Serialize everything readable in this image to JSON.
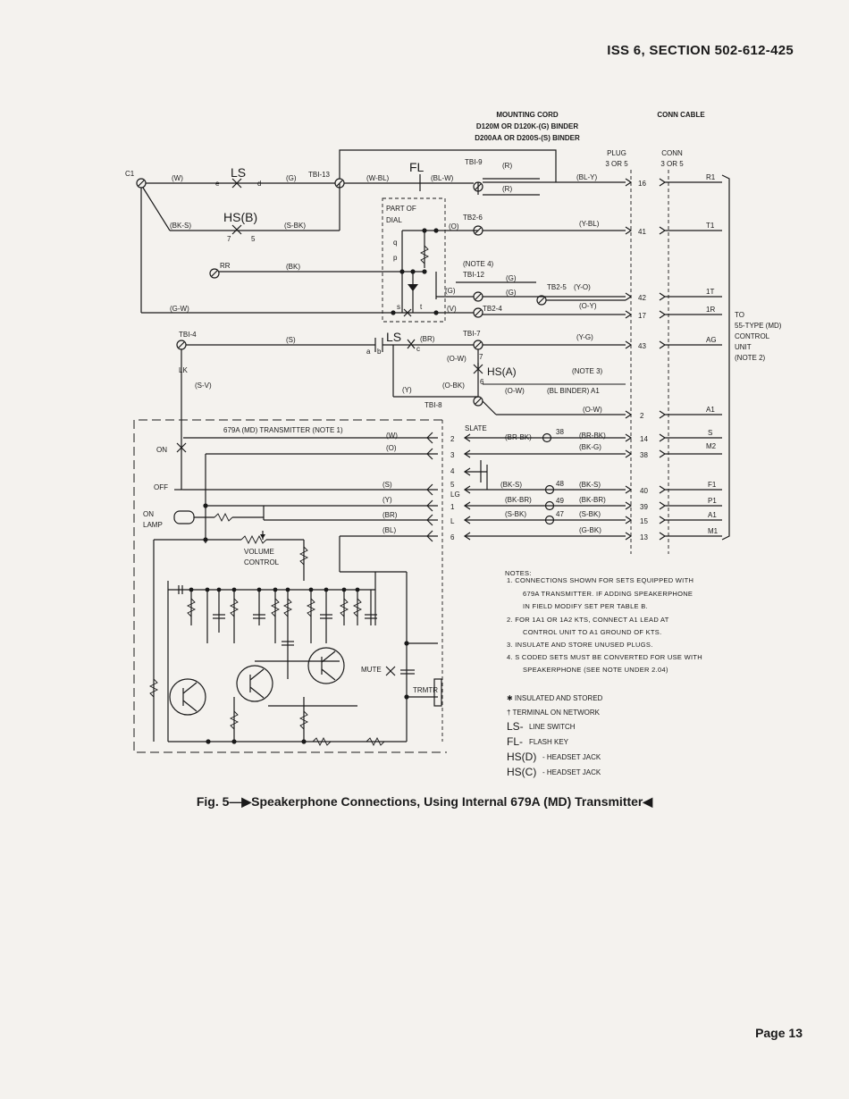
{
  "header": "ISS 6, SECTION 502-612-425",
  "page_number": "Page 13",
  "caption": "Fig. 5—▶Speakerphone Connections, Using Internal 679A (MD) Transmitter◀",
  "top_labels": {
    "cord_1": "MOUNTING CORD",
    "cord_2": "D120M OR D120K-(G) BINDER",
    "cord_3": "D200AA OR D200S-(S) BINDER",
    "conn_cable": "CONN CABLE",
    "plug_1": "PLUG",
    "plug_2": "3 OR 5",
    "conn_1": "CONN",
    "conn_2": "3 OR 5"
  },
  "terminals": {
    "c1": "C1",
    "tb1_13": "TBI-13",
    "tb1_9": "TBI-9",
    "tb2_6": "TB2-6",
    "tb1_12": "TBI-12",
    "tb2_5": "TB2-5",
    "tb2_4": "TB2-4",
    "tb1_4": "TBI-4",
    "tb1_7": "TBI-7",
    "tb1_8": "TBI-8",
    "rr": "RR",
    "lk": "LK",
    "slate": "SLATE"
  },
  "wires": {
    "w": "(W)",
    "g": "(G)",
    "w_bl": "(W-BL)",
    "bl_w": "(BL-W)",
    "r1": "(R)",
    "r2": "(R)",
    "bl_y": "(BL-Y)",
    "bk_s": "(BK-S)",
    "s_bk": "(S-BK)",
    "o": "(O)",
    "y_bl": "(Y-BL)",
    "bk": "(BK)",
    "g2": "(G)",
    "g3": "(G)",
    "g4": "(G)",
    "y_o": "(Y-O)",
    "o_y": "(O-Y)",
    "g_w": "(G-W)",
    "v": "(V)",
    "s": "(S)",
    "br": "(BR)",
    "y_g": "(Y-G)",
    "o_w": "(O-W)",
    "o_bk": "(O-BK)",
    "o_w2": "(O-W)",
    "bl_binder": "(BL BINDER) A1",
    "y": "(Y)",
    "s_v": "(S-V)",
    "o_w3": "(O-W)"
  },
  "parts": {
    "ls": "LS",
    "hs_b": "HS(B)",
    "fl": "FL",
    "part_of_dial_1": "PART OF",
    "part_of_dial_2": "DIAL",
    "note4_1": "(NOTE 4)",
    "note3": "(NOTE 3)",
    "hs_a": "HS(A)",
    "ls2": "LS",
    "q": "q",
    "p": "p",
    "s": "s",
    "t": "t",
    "a": "a",
    "b": "b",
    "c": "c",
    "d": "d",
    "e": "e",
    "seven": "7",
    "five": "5",
    "six": "6",
    "seven2": "7"
  },
  "plug_pins": [
    "16",
    "41",
    "42",
    "17",
    "43",
    "2"
  ],
  "conn_leads": [
    "R1",
    "T1",
    "1T",
    "1R",
    "AG",
    "A1"
  ],
  "to_control": [
    "TO",
    "55-TYPE (MD)",
    "CONTROL",
    "UNIT",
    "(NOTE 2)"
  ],
  "transmitter": {
    "title": "679A (MD) TRANSMITTER (NOTE 1)",
    "on": "ON",
    "off": "OFF",
    "on_lamp_1": "ON",
    "on_lamp_2": "LAMP",
    "volume_1": "VOLUME",
    "volume_2": "CONTROL",
    "mute": "MUTE",
    "trmtr": "TRMTR",
    "leads": [
      "(W)",
      "(O)",
      "(S)",
      "(Y)",
      "(BR)",
      "(BL)"
    ],
    "pins": [
      "2",
      "3",
      "4",
      "5",
      "LG",
      "1",
      "L",
      "6"
    ]
  },
  "lower_wires": {
    "br_bk": "(BR-BK)",
    "br_bk2": "(BR-BK)",
    "bk_g": "(BK-G)",
    "bk_s": "(BK-S)",
    "bk_s2": "(BK-S)",
    "bk_br": "(BK-BR)",
    "bk_br2": "(BK-BR)",
    "s_bk": "(S-BK)",
    "s_bk2": "(S-BK)",
    "g_bk": "(G-BK)",
    "t38": "38",
    "t48": "48",
    "t49": "49",
    "t47": "47"
  },
  "lower_plug_pins": [
    "14",
    "38",
    "40",
    "39",
    "15",
    "13"
  ],
  "lower_conn_leads": [
    "S",
    "M2",
    "F1",
    "P1",
    "A1",
    "M1"
  ],
  "notes": {
    "title": "NOTES:",
    "lines": [
      "1. CONNECTIONS SHOWN FOR SETS EQUIPPED WITH",
      "679A TRANSMITTER. IF ADDING SPEAKERPHONE",
      "IN FIELD MODIFY SET PER TABLE B.",
      "2. FOR 1A1 OR 1A2 KTS, CONNECT A1 LEAD AT",
      "CONTROL UNIT TO A1 GROUND OF KTS.",
      "3. INSULATE AND STORE UNUSED PLUGS.",
      "4. S CODED SETS MUST BE CONVERTED FOR USE WITH",
      "SPEAKERPHONE (SEE NOTE UNDER 2.04)"
    ]
  },
  "legend": {
    "insulated": "✱ INSULATED AND STORED",
    "terminal": "† TERMINAL ON NETWORK",
    "ls_abbr": "LS-",
    "ls_text": "LINE SWITCH",
    "fl_abbr": "FL-",
    "fl_text": "FLASH KEY",
    "hsd_abbr": "HS(D)",
    "hsd_text": "- HEADSET JACK",
    "hsc_abbr": "HS(C)",
    "hsc_text": "- HEADSET JACK"
  }
}
